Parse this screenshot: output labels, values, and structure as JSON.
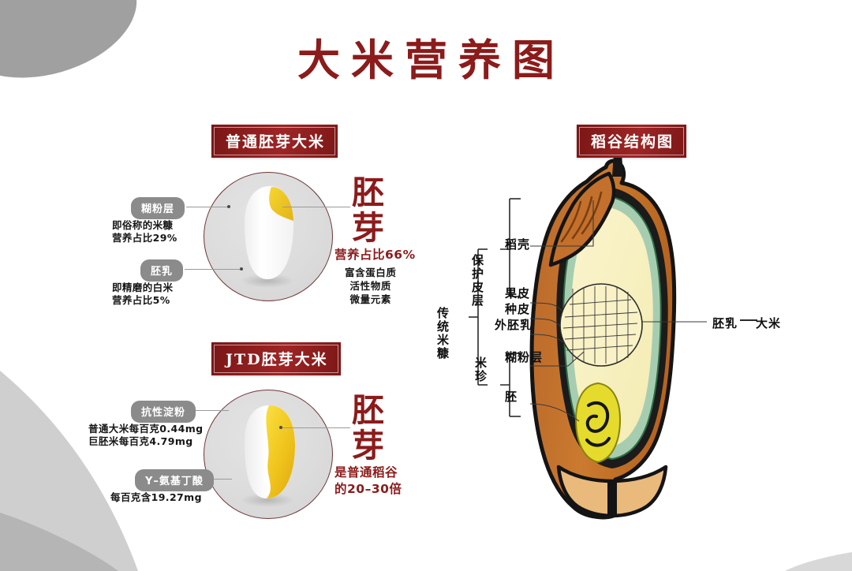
{
  "page": {
    "title": "大米营养图",
    "title_color": "#8c1b1b",
    "background_color": "#ffffff"
  },
  "left_panel": {
    "sections": [
      {
        "badge": "普通胚芽大米",
        "callouts": [
          {
            "pill": "糊粉层",
            "lines": [
              "即俗称的米糠",
              "营养占比29%"
            ]
          },
          {
            "pill": "胚乳",
            "lines": [
              "即精磨的白米",
              "营养占比5%"
            ]
          }
        ],
        "germ": {
          "heading": "胚芽",
          "subtitle": "营养占比66%",
          "details": [
            "富含蛋白质",
            "活性物质",
            "微量元素"
          ]
        }
      },
      {
        "badge": "JTD胚芽大米",
        "callouts": [
          {
            "pill": "抗性淀粉",
            "lines": [
              "普通大米每百克0.44mg",
              "巨胚米每百克4.79mg"
            ]
          },
          {
            "pill": "Y–氨基丁酸",
            "lines": [
              "每百克含19.27mg"
            ]
          }
        ],
        "germ": {
          "heading": "胚芽",
          "subtitle": "是普通稻谷\n的20–30倍",
          "details": []
        }
      }
    ]
  },
  "right_panel": {
    "badge": "稻谷结构图",
    "bracket": {
      "root": "传统米糠",
      "groups": [
        {
          "name": "保护皮层",
          "items": [
            "稻壳",
            "果皮",
            "种皮",
            "外胚乳"
          ]
        },
        {
          "name": "米珍",
          "items": [
            "糊粉层",
            "胚"
          ]
        }
      ]
    },
    "right_labels": [
      "胚乳",
      "大米"
    ],
    "grain_colors": {
      "husk": "#c8762e",
      "husk_dark": "#8a4a18",
      "inner_green": "#a7cdb1",
      "endosperm": "#f7f0c2",
      "embryo": "#e8d92e",
      "outline": "#121212"
    }
  },
  "decorations": {
    "blob_top_left": "#a0a0a0",
    "swoosh_bottom_left": "#cfcfcf",
    "swoosh_bottom_left_2": "#b9b9b9"
  }
}
